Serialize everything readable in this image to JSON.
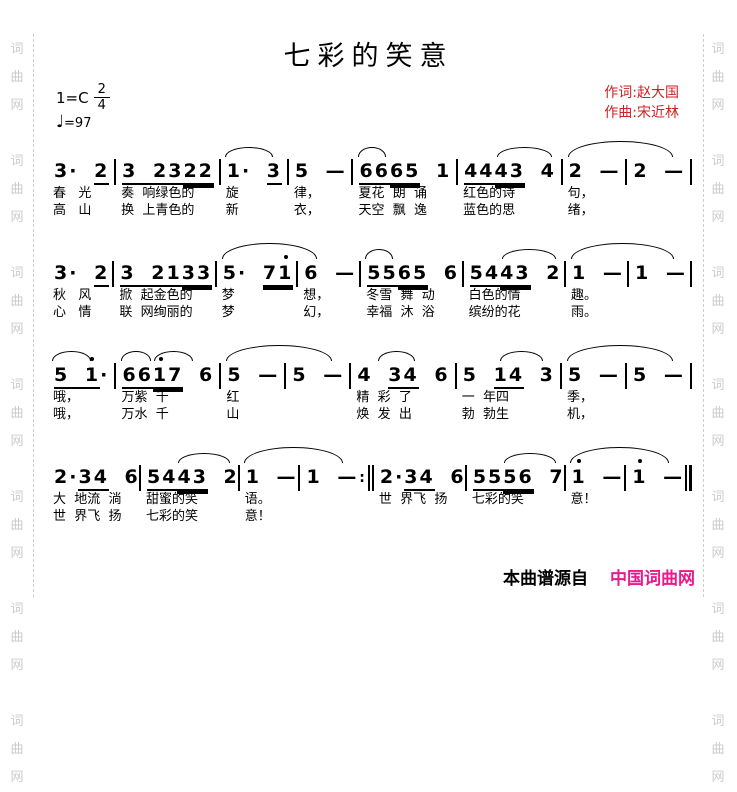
{
  "title": "七彩的笑意",
  "header": {
    "key": "1=C",
    "time_numerator": "2",
    "time_denominator": "4",
    "tempo_note": "♩",
    "tempo_value": "=97",
    "lyricist": "作词:赵大国",
    "composer": "作曲:宋近林"
  },
  "footer": {
    "source_label": "本曲谱源自",
    "site_name": "中国词曲网"
  },
  "colors": {
    "credit_red": "#cc2222",
    "site_pink": "#ea1a8c",
    "watermark_gray": "#cccccc"
  },
  "watermark": {
    "chars": [
      "词",
      "曲",
      "网"
    ]
  },
  "score": {
    "lines": [
      {
        "measures": [
          {
            "parts": [
              [
                "3· ",
                0
              ],
              [
                "2",
                1
              ]
            ],
            "r1": "春   光",
            "r2": "高   山"
          },
          {
            "parts": [
              [
                "3 23",
                1
              ],
              [
                "22",
                2
              ]
            ],
            "r1": "奏  响绿色的",
            "r2": "换  上青色的"
          },
          {
            "parts": [
              [
                "1· ",
                0
              ],
              [
                "3",
                1
              ]
            ],
            "arcs": [
              {
                "l": 6,
                "w": 70
              }
            ],
            "r1": "旋",
            "r2": "新"
          },
          {
            "parts": [
              [
                "5 —",
                0
              ]
            ],
            "r1": "律，",
            "r2": "衣，"
          },
          {
            "parts": [
              [
                "66",
                1
              ],
              [
                "65",
                2
              ],
              [
                " 1",
                0
              ]
            ],
            "arcs": [
              {
                "l": 4,
                "w": 26
              }
            ],
            "r1": "夏花  朗  诵",
            "r2": "天空  飘  逸"
          },
          {
            "parts": [
              [
                "44",
                1
              ],
              [
                "43",
                2
              ],
              [
                " 4",
                0
              ]
            ],
            "arcs": [
              {
                "l": 38,
                "w": 52
              }
            ],
            "r1": "红色的诗",
            "r2": "蓝色的思"
          },
          {
            "parts": [
              [
                "2 —",
                0
              ]
            ],
            "arcs": [
              {
                "l": 8,
                "w": 165,
                "big": true
              }
            ],
            "r1": "句，",
            "r2": "绪，"
          },
          {
            "parts": [
              [
                "2 —",
                0
              ]
            ],
            "r1": "",
            "r2": ""
          }
        ]
      },
      {
        "measures": [
          {
            "parts": [
              [
                "3· ",
                0
              ],
              [
                "2",
                1
              ]
            ],
            "r1": "秋   风",
            "r2": "心   情"
          },
          {
            "parts": [
              [
                "3 21",
                1
              ],
              [
                "33",
                2
              ]
            ],
            "r1": "掀  起金色的",
            "r2": "联  网绚丽的"
          },
          {
            "parts": [
              [
                "5· ",
                0
              ],
              [
                "7I",
                2
              ]
            ],
            "arcs": [
              {
                "l": 6,
                "w": 118,
                "big": true
              }
            ],
            "r1": "梦",
            "r2": "梦"
          },
          {
            "parts": [
              [
                "6 —",
                0
              ]
            ],
            "r1": "想，",
            "r2": "幻，"
          },
          {
            "parts": [
              [
                "55",
                1
              ],
              [
                "65",
                2
              ],
              [
                " 6",
                0
              ]
            ],
            "arcs": [
              {
                "l": 4,
                "w": 26
              }
            ],
            "r1": "冬雪  舞  动",
            "r2": "幸福  沐  浴"
          },
          {
            "parts": [
              [
                "54",
                1
              ],
              [
                "43",
                2
              ],
              [
                " 2",
                0
              ]
            ],
            "arcs": [
              {
                "l": 38,
                "w": 52
              }
            ],
            "r1": "白色的情",
            "r2": "缤纷的花"
          },
          {
            "parts": [
              [
                "1 —",
                0
              ]
            ],
            "arcs": [
              {
                "l": 8,
                "w": 165,
                "big": true
              }
            ],
            "r1": "趣。",
            "r2": "雨。"
          },
          {
            "parts": [
              [
                "1 —",
                0
              ]
            ],
            "r1": "",
            "r2": ""
          }
        ]
      },
      {
        "measures": [
          {
            "parts": [
              [
                "5 I",
                1
              ],
              [
                "·",
                0
              ]
            ],
            "arcs": [
              {
                "l": 6,
                "w": 55
              }
            ],
            "r1": "哦，",
            "r2": "哦，"
          },
          {
            "parts": [
              [
                "66",
                1
              ],
              [
                "I7",
                2
              ],
              [
                " 6",
                0
              ]
            ],
            "arcs": [
              {
                "l": 4,
                "w": 28
              },
              {
                "l": 36,
                "w": 36
              }
            ],
            "r1": "万紫  千",
            "r2": "万水  千"
          },
          {
            "parts": [
              [
                "5 —",
                0
              ]
            ],
            "arcs": [
              {
                "l": 8,
                "w": 165,
                "big": true
              }
            ],
            "r1": "红",
            "r2": "山"
          },
          {
            "parts": [
              [
                "5 —",
                0
              ]
            ],
            "r1": "",
            "r2": ""
          },
          {
            "parts": [
              [
                "4 ",
                0
              ],
              [
                "34",
                1
              ],
              [
                " 6",
                0
              ]
            ],
            "arcs": [
              {
                "l": 26,
                "w": 34
              }
            ],
            "r1": "精  彩  了",
            "r2": "焕  发  出"
          },
          {
            "parts": [
              [
                "5 ",
                0
              ],
              [
                "14",
                1
              ],
              [
                " 3",
                0
              ]
            ],
            "arcs": [
              {
                "l": 42,
                "w": 40
              }
            ],
            "r1": "一  年四",
            "r2": "勃  勃生"
          },
          {
            "parts": [
              [
                "5 —",
                0
              ]
            ],
            "arcs": [
              {
                "l": 8,
                "w": 165,
                "big": true
              }
            ],
            "r1": "季，",
            "r2": "机，"
          },
          {
            "parts": [
              [
                "5 —",
                0
              ]
            ],
            "r1": "",
            "r2": ""
          }
        ]
      },
      {
        "measures": [
          {
            "parts": [
              [
                "2·",
                0
              ],
              [
                "34",
                1
              ],
              [
                " 6",
                0
              ]
            ],
            "r1": "大  地流  淌",
            "r2": "世  界飞  扬"
          },
          {
            "parts": [
              [
                "54",
                1
              ],
              [
                "43",
                2
              ],
              [
                " 2",
                0
              ]
            ],
            "arcs": [
              {
                "l": 38,
                "w": 52
              }
            ],
            "r1": "甜蜜的笑",
            "r2": "七彩的笑"
          },
          {
            "parts": [
              [
                "1 —",
                0
              ]
            ],
            "arcs": [
              {
                "l": 8,
                "w": 165,
                "big": true
              }
            ],
            "r1": "语。",
            "r2": "意！"
          },
          {
            "parts": [
              [
                "1 —",
                0
              ]
            ],
            "bar": "repeat",
            "r1": "",
            "r2": ""
          },
          {
            "parts": [
              [
                "2·",
                0
              ],
              [
                "34",
                1
              ],
              [
                " 6",
                0
              ]
            ],
            "r1": "世  界飞  扬",
            "r2": ""
          },
          {
            "parts": [
              [
                "55",
                1
              ],
              [
                "56",
                2
              ],
              [
                " 7",
                0
              ]
            ],
            "arcs": [
              {
                "l": 38,
                "w": 52
              }
            ],
            "r1": "七彩的笑",
            "r2": ""
          },
          {
            "parts": [
              [
                "I —",
                0
              ]
            ],
            "arcs": [
              {
                "l": 8,
                "w": 165,
                "big": true
              }
            ],
            "r1": "意！",
            "r2": ""
          },
          {
            "parts": [
              [
                "I —",
                0
              ]
            ],
            "bar": "final",
            "r1": "",
            "r2": ""
          }
        ]
      }
    ]
  }
}
